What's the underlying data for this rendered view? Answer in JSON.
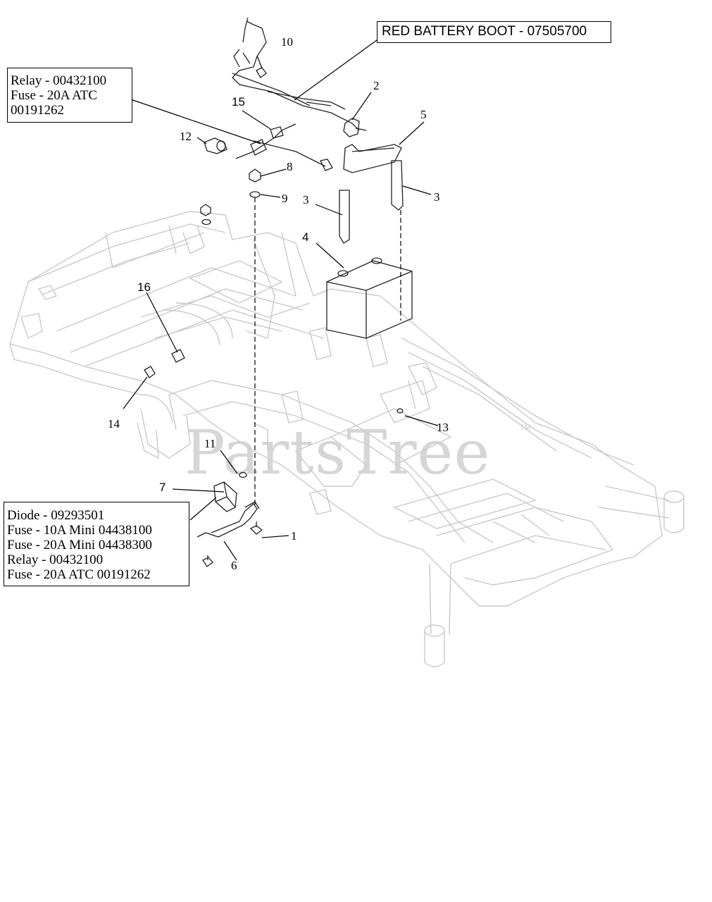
{
  "callouts": {
    "boot": "RED BATTERY BOOT - 07505700",
    "relay_box": [
      "Relay - 00432100",
      "Fuse - 20A ATC",
      "00191262"
    ],
    "diode_box": [
      "Diode - 09293501",
      "Fuse - 10A Mini 04438100",
      "Fuse - 20A Mini 04438300",
      "Relay - 00432100",
      "Fuse - 20A ATC 00191262"
    ]
  },
  "part_numbers": {
    "n1": "1",
    "n2": "2",
    "n3a": "3",
    "n3b": "3",
    "n4": "4",
    "n5": "5",
    "n6": "6",
    "n7": "7",
    "n8": "8",
    "n9": "9",
    "n10": "10",
    "n11": "11",
    "n12": "12",
    "n13": "13",
    "n14": "14",
    "n15": "15",
    "n16": "16"
  },
  "watermark": {
    "text": "PartsTree",
    "tm": "TM"
  }
}
